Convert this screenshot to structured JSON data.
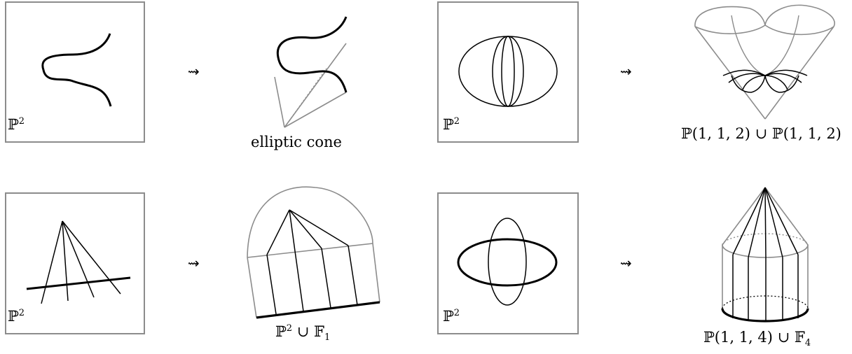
{
  "panels": {
    "plane_label_base": "ℙ",
    "plane_label_exp": "2"
  },
  "arrow_glyph": "⇝",
  "captions": {
    "elliptic_cone": "elliptic cone",
    "p112_union": "ℙ(1, 1, 2) ∪ ℙ(1, 1, 2)",
    "p2_f1_base": "ℙ",
    "p2_f1_exp": "2",
    "p2_f1_rest": " ∪ 𝔽",
    "p2_f1_sub": "1",
    "p114_f4_main": "ℙ(1, 1, 4) ∪ 𝔽",
    "p114_f4_sub": "4"
  },
  "colors": {
    "frame": "#8c8c8c",
    "stroke": "#000000",
    "gray_line": "#8c8c8c"
  }
}
